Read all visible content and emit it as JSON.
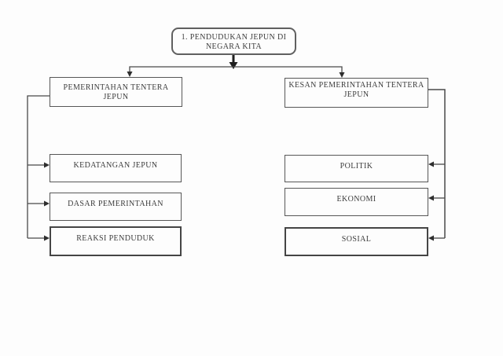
{
  "flowchart": {
    "root": {
      "label": "1. PENDUDUKAN JEPUN DI\nNEGARA KITA"
    },
    "left": {
      "header": {
        "label": "PEMERINTAHAN TENTERA JEPUN"
      },
      "items": [
        {
          "label": "KEDATANGAN JEPUN"
        },
        {
          "label": "DASAR PEMERINTAHAN"
        },
        {
          "label": "REAKSI PENDUDUK"
        }
      ]
    },
    "right": {
      "header": {
        "label": "KESAN PEMERINTAHAN TENTERA\nJEPUN"
      },
      "items": [
        {
          "label": "POLITIK"
        },
        {
          "label": "EKONOMI"
        },
        {
          "label": "SOSIAL"
        }
      ]
    },
    "colors": {
      "line": "#4a4a4a",
      "bold_arrow": "#1f1f1f",
      "border": "#575757",
      "text": "#3c3c3c",
      "background": "#fdfdfd"
    }
  }
}
